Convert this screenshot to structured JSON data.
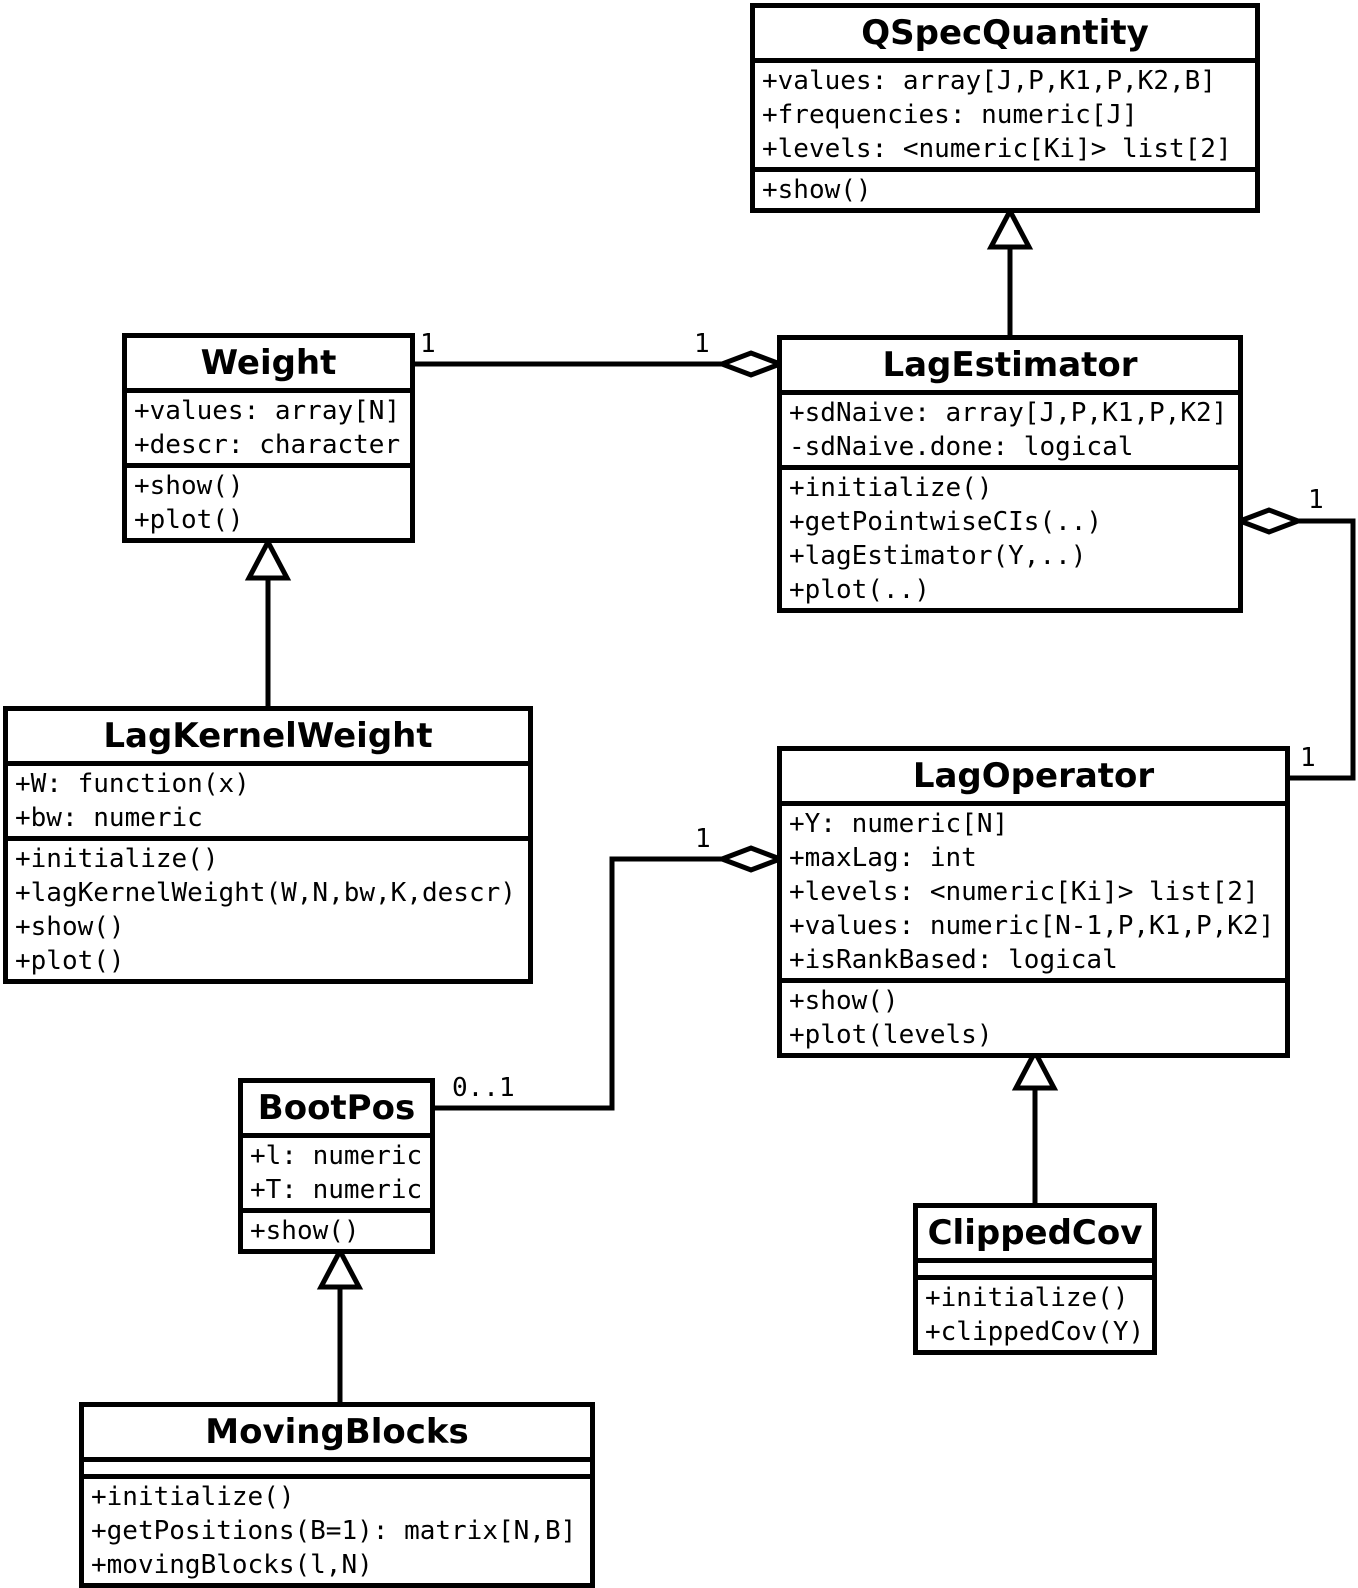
{
  "colors": {
    "line": "#000000",
    "background": "#ffffff",
    "text": "#000000"
  },
  "classes": [
    {
      "name": "QSpecQuantity",
      "attributes": [
        "+values: array[J,P,K1,P,K2,B]",
        "+frequencies: numeric[J]",
        "+levels: <numeric[Ki]> list[2]"
      ],
      "methods": [
        "+show()"
      ]
    },
    {
      "name": "Weight",
      "attributes": [
        "+values: array[N]",
        "+descr: character"
      ],
      "methods": [
        "+show()",
        "+plot()"
      ]
    },
    {
      "name": "LagEstimator",
      "attributes": [
        "+sdNaive: array[J,P,K1,P,K2]",
        "-sdNaive.done: logical"
      ],
      "methods": [
        "+initialize()",
        "+getPointwiseCIs(..)",
        "+lagEstimator(Y,..)",
        "+plot(..)"
      ]
    },
    {
      "name": "LagKernelWeight",
      "attributes": [
        "+W: function(x)",
        "+bw: numeric"
      ],
      "methods": [
        "+initialize()",
        "+lagKernelWeight(W,N,bw,K,descr)",
        "+show()",
        "+plot()"
      ]
    },
    {
      "name": "LagOperator",
      "attributes": [
        "+Y: numeric[N]",
        "+maxLag: int",
        "+levels: <numeric[Ki]> list[2]",
        "+values: numeric[N-1,P,K1,P,K2]",
        "+isRankBased: logical"
      ],
      "methods": [
        "+show()",
        "+plot(levels)"
      ]
    },
    {
      "name": "BootPos",
      "attributes": [
        "+l: numeric",
        "+T: numeric"
      ],
      "methods": [
        "+show()"
      ]
    },
    {
      "name": "ClippedCov",
      "attributes": [],
      "methods": [
        "+initialize()",
        "+clippedCov(Y)"
      ]
    },
    {
      "name": "MovingBlocks",
      "attributes": [],
      "methods": [
        "+initialize()",
        "+getPositions(B=1): matrix[N,B]",
        "+movingBlocks(l,N)"
      ]
    }
  ],
  "relationships": [
    {
      "type": "generalization",
      "from": "LagEstimator",
      "to": "QSpecQuantity"
    },
    {
      "type": "generalization",
      "from": "LagKernelWeight",
      "to": "Weight"
    },
    {
      "type": "generalization",
      "from": "ClippedCov",
      "to": "LagOperator"
    },
    {
      "type": "generalization",
      "from": "MovingBlocks",
      "to": "BootPos"
    },
    {
      "type": "aggregation",
      "owner": "LagEstimator",
      "part": "Weight",
      "part_multiplicity": "1",
      "owner_multiplicity": "1"
    },
    {
      "type": "aggregation",
      "owner": "LagEstimator",
      "part": "LagOperator",
      "part_multiplicity": "1",
      "owner_multiplicity": "1"
    },
    {
      "type": "aggregation",
      "owner": "LagOperator",
      "part": "BootPos",
      "part_multiplicity": "0..1",
      "owner_multiplicity": "1"
    }
  ],
  "multiplicities": {
    "weight_assoc_at_weight": "1",
    "weight_assoc_at_lagestimator": "1",
    "lagoperator_assoc_at_lagestimator": "1",
    "lagoperator_assoc_at_lagoperator": "1",
    "bootpos_assoc_at_bootpos": "0..1",
    "bootpos_assoc_at_lagoperator": "1"
  }
}
